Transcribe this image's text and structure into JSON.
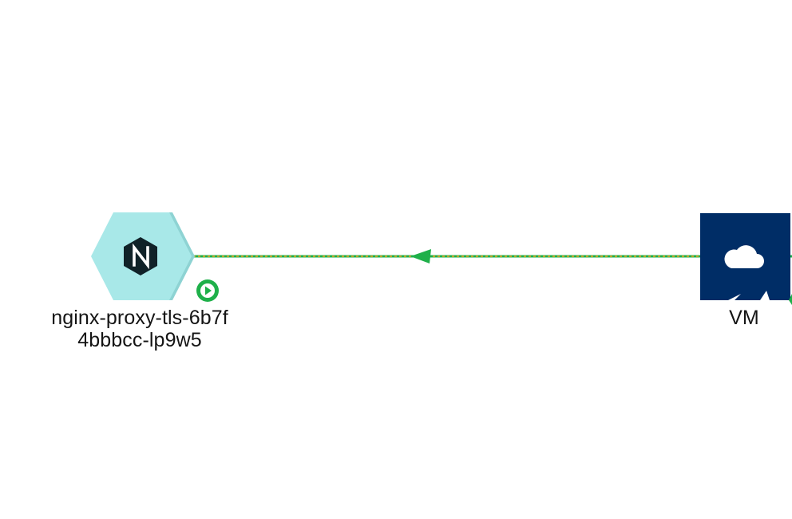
{
  "nodes": [
    {
      "id": "nginx-pod",
      "label_line1": "nginx-proxy-tls-6b7f",
      "label_line2": "4bbbcc-lp9w5",
      "icon": "nginx-icon",
      "shape": "hexagon",
      "fill_color": "#a8e8e8",
      "status": "running",
      "status_icon": "play-icon",
      "status_color": "#1fb04a"
    },
    {
      "id": "vm-node",
      "label": "VM",
      "icon": "cloud-icon",
      "shape": "square",
      "fill_color": "#002d66"
    }
  ],
  "edges": [
    {
      "from": "vm-node",
      "to": "nginx-pod",
      "direction": "right-to-left",
      "style": "dashed",
      "colors": [
        "#1fb04a",
        "#f0a020"
      ]
    }
  ]
}
